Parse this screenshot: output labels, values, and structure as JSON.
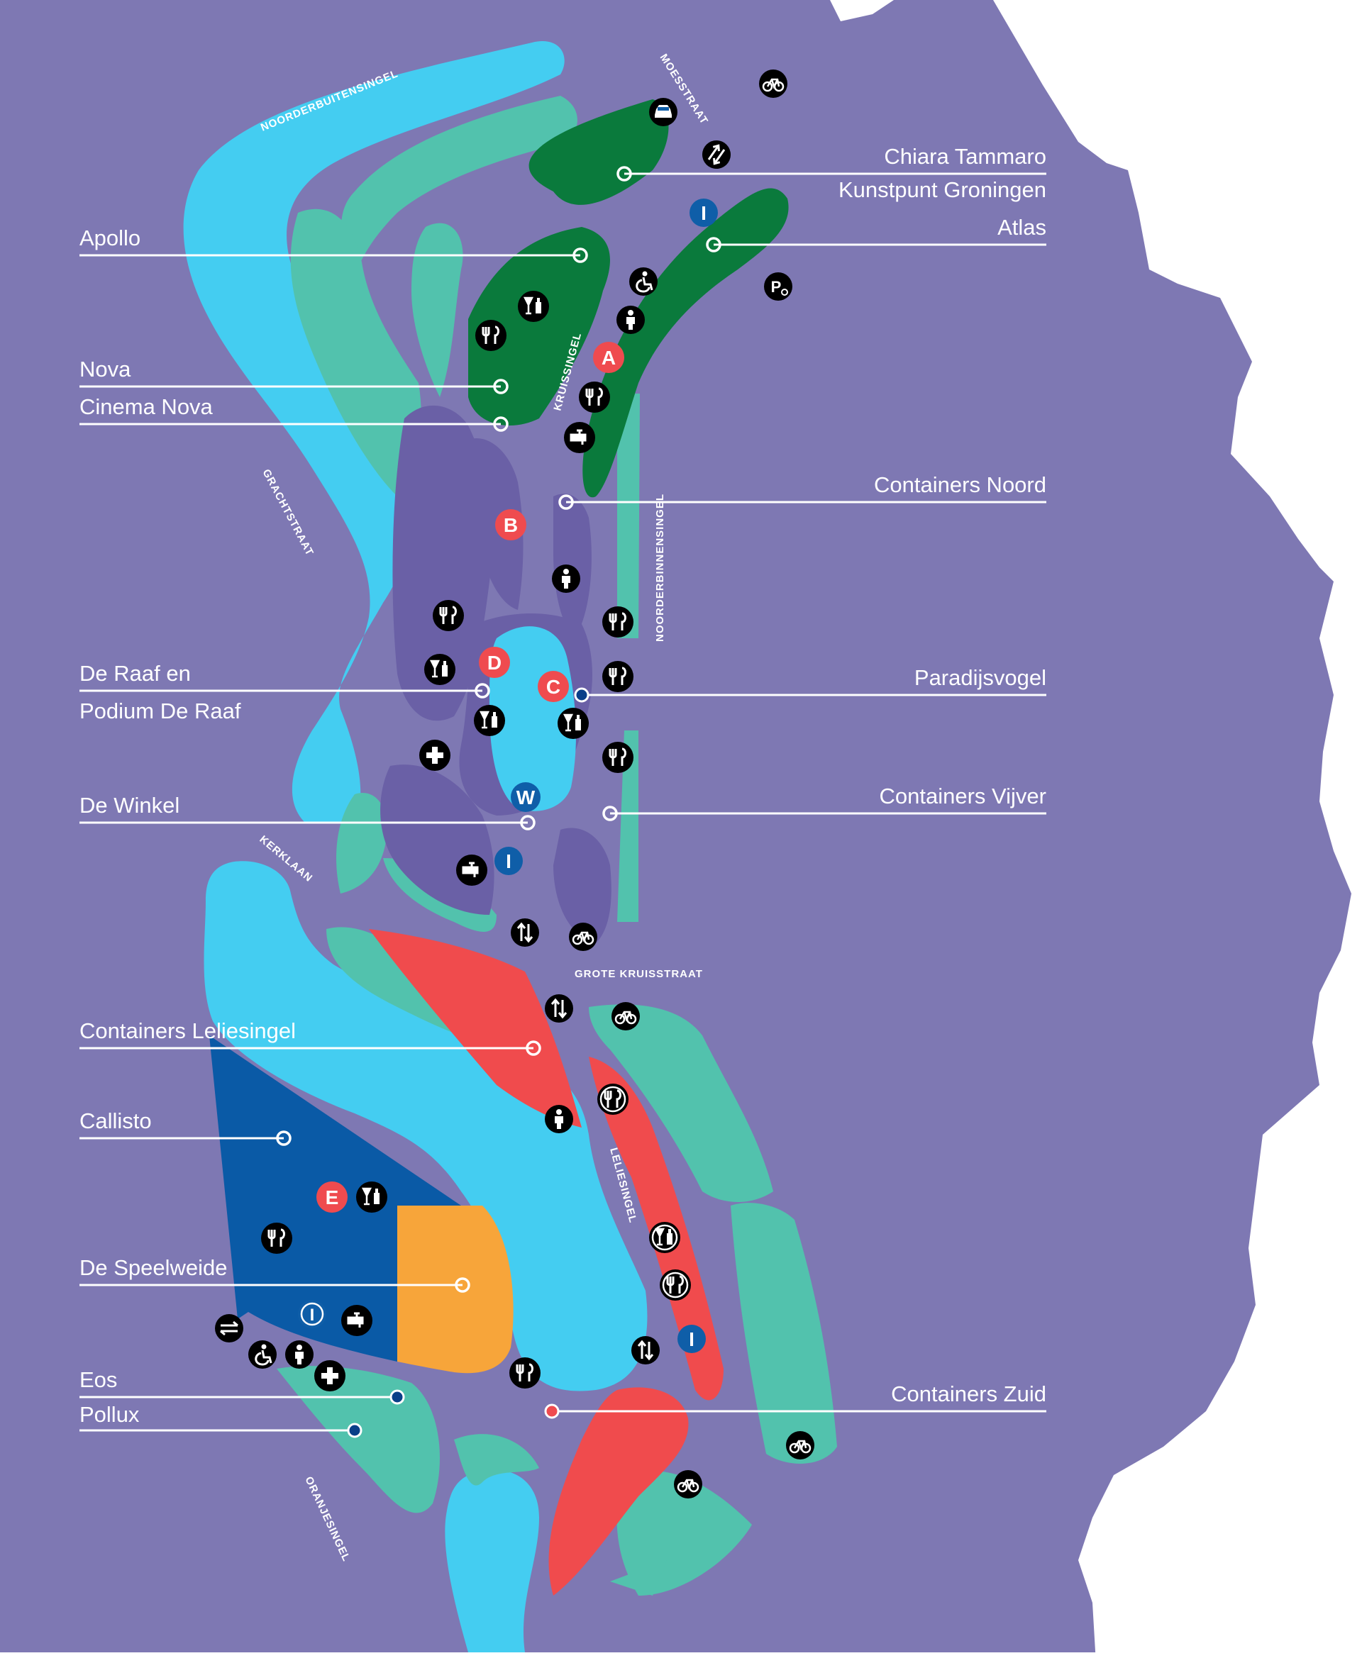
{
  "colors": {
    "background": "#7e78b3",
    "outside": "#ffffff",
    "water": "#44cdf1",
    "grass": "#52c2ad",
    "dark_green": "#0a7a3c",
    "dark_purple": "#6a60a6",
    "red_area": "#f04b4d",
    "blue_area": "#0a5aa6",
    "orange_area": "#f7a53a",
    "marker_red": "#ef4b4f",
    "marker_blue": "#0f5ea8"
  },
  "venues_left": [
    {
      "name": "Apollo"
    },
    {
      "name": "Nova"
    },
    {
      "name": "Cinema Nova"
    },
    {
      "name": "De Raaf en"
    },
    {
      "name": "Podium De Raaf"
    },
    {
      "name": "De Winkel"
    },
    {
      "name": "Containers Leliesingel"
    },
    {
      "name": "Callisto"
    },
    {
      "name": "De Speelweide"
    },
    {
      "name": "Eos"
    },
    {
      "name": "Pollux"
    }
  ],
  "venues_right": [
    {
      "name": "Chiara Tammaro"
    },
    {
      "name": "Kunstpunt Groningen"
    },
    {
      "name": "Atlas"
    },
    {
      "name": "Containers Noord"
    },
    {
      "name": "Paradijsvogel"
    },
    {
      "name": "Containers Vijver"
    },
    {
      "name": "Containers Zuid"
    }
  ],
  "streets": {
    "noorderbuitensingel": "NOORDERBUITENSINGEL",
    "moesstraat": "MOESSTRAAT",
    "kruissingel": "KRUISSINGEL",
    "grachtstraat": "GRACHTSTRAAT",
    "noorderbinnensingel": "NOORDERBINNENSINGEL",
    "kerklaan": "KERKLAAN",
    "grote_kruisstraat": "GROTE KRUISSTRAAT",
    "leliesingel": "LELIESINGEL",
    "oranjesingel": "ORANJESINGEL"
  },
  "zone_letters": {
    "a": "A",
    "b": "B",
    "c": "C",
    "d": "D",
    "e": "E",
    "w": "W"
  },
  "info_letter": "I",
  "icon_types": [
    "food-icon",
    "drinks-icon",
    "water-tap-icon",
    "first-aid-icon",
    "toilet-icon",
    "accessible-icon",
    "bicycle-parking-icon",
    "car-icon",
    "traffic-direction-icon",
    "info-icon",
    "parking-accessible-icon"
  ]
}
